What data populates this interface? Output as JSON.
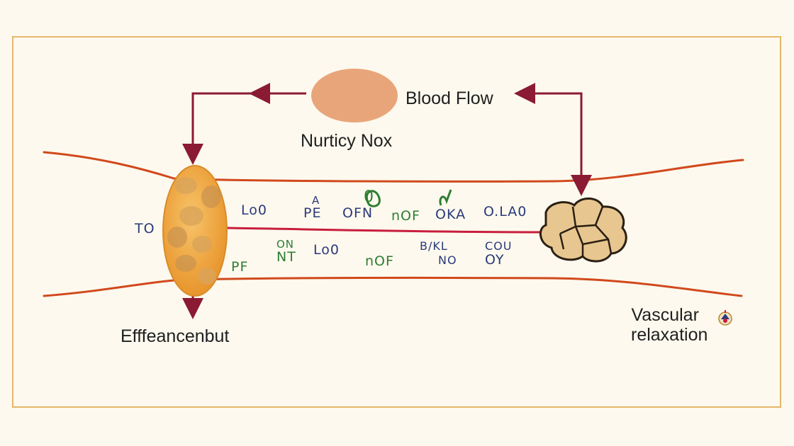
{
  "labels": {
    "blood_flow": "Blood Flow",
    "nurticy_nox": "Nurticy Nox",
    "effeancenbut": "Efffeancenbut",
    "vascular_line1": "Vascular",
    "vascular_line2": "relaxation"
  },
  "notes": [
    {
      "text": "TO",
      "color": "blue"
    },
    {
      "text": "Lo0",
      "color": "blue"
    },
    {
      "text": "A",
      "color": "blue"
    },
    {
      "text": "PE",
      "color": "blue"
    },
    {
      "text": "OFN",
      "color": "blue"
    },
    {
      "text": "0",
      "color": "green"
    },
    {
      "text": "nOF",
      "color": "green"
    },
    {
      "text": "OKA",
      "color": "blue"
    },
    {
      "text": "O.LA0",
      "color": "blue"
    },
    {
      "text": "ON",
      "color": "green"
    },
    {
      "text": "NT",
      "color": "green"
    },
    {
      "text": "Lo0",
      "color": "blue"
    },
    {
      "text": "nOF",
      "color": "green"
    },
    {
      "text": "B/KL",
      "color": "blue"
    },
    {
      "text": "NO",
      "color": "blue"
    },
    {
      "text": "COU",
      "color": "blue"
    },
    {
      "text": "OY",
      "color": "blue"
    },
    {
      "text": "PF",
      "color": "green"
    }
  ],
  "colors": {
    "vessel_wall": "#d1491c",
    "center_line": "#c81e3c",
    "arrow": "#8b1a33",
    "nox_ellipse": "#e9a57a",
    "frame": "#e4b76a",
    "left_blob": "#f0a83c",
    "right_blob": "#e8c690",
    "note_blue": "#2a3a7a",
    "note_green": "#2e7d32"
  },
  "icons": {
    "badge": "emblem-icon"
  }
}
